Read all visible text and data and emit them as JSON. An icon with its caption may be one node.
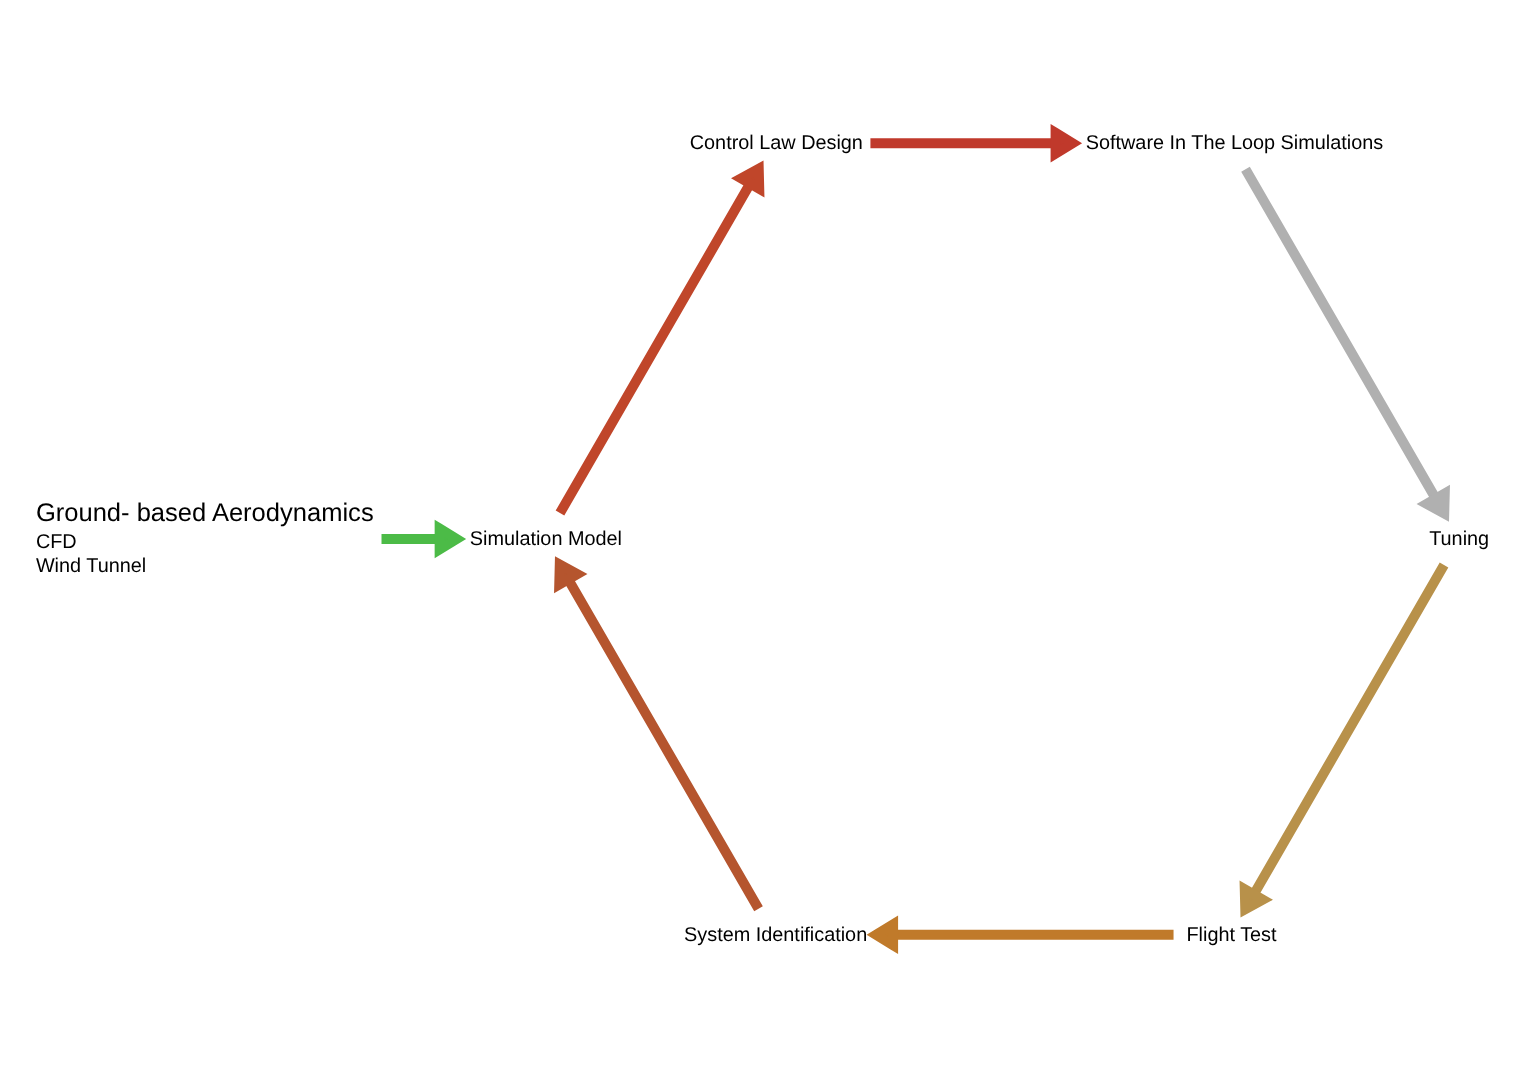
{
  "diagram": {
    "nodes": [
      {
        "text": [
          "Ground- based Aerodynamics",
          "CFD",
          "Wind Tunnel"
        ]
      },
      {
        "text": [
          "Simulation Model"
        ]
      },
      {
        "text": [
          "Control Law Design"
        ]
      },
      {
        "text": [
          "Software In The Loop Simulations"
        ]
      },
      {
        "text": [
          "Tuning"
        ]
      },
      {
        "text": [
          "Flight Test"
        ]
      },
      {
        "text": [
          "System Identification"
        ]
      }
    ],
    "edges": [
      {
        "from": 0,
        "to": 1,
        "arrow": "to",
        "color": "#4cbb47"
      },
      {
        "from": 1,
        "to": 2,
        "arrow": "to",
        "color": "#c0462a"
      },
      {
        "from": 2,
        "to": 3,
        "arrow": "to",
        "color": "#c0392b"
      },
      {
        "from": 3,
        "to": 4,
        "arrow": "to",
        "color": "#b0b0b0"
      },
      {
        "from": 4,
        "to": 5,
        "arrow": "to",
        "color": "#b8914a"
      },
      {
        "from": 5,
        "to": 6,
        "arrow": "to",
        "color": "#c07a2a"
      },
      {
        "from": 6,
        "to": 1,
        "arrow": "to",
        "color": "#b5552e"
      }
    ]
  }
}
